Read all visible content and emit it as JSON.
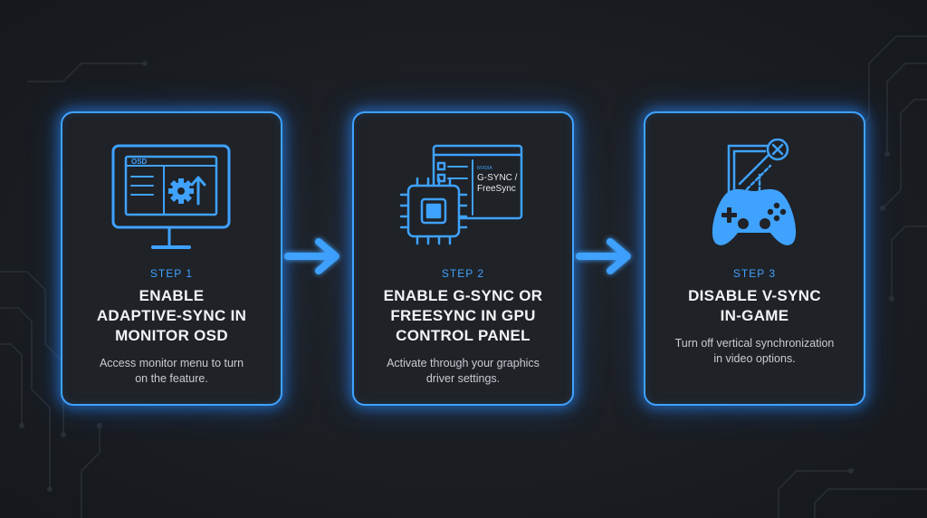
{
  "steps": [
    {
      "step": "STEP 1",
      "title_lines": [
        "ENABLE",
        "ADAPTIVE-SYNC IN",
        "MONITOR OSD"
      ],
      "desc_lines": [
        "Access monitor menu to turn",
        "on the feature."
      ],
      "icon": "monitor-osd-icon",
      "icon_text": "OSD"
    },
    {
      "step": "STEP 2",
      "title_lines": [
        "ENABLE G-SYNC OR",
        "FREESYNC IN GPU",
        "CONTROL PANEL"
      ],
      "desc_lines": [
        "Activate through your graphics",
        "driver settings."
      ],
      "icon": "gpu-control-panel-icon",
      "icon_text_lines": [
        "G-SYNC /",
        "FreeSync"
      ]
    },
    {
      "step": "STEP 3",
      "title_lines": [
        "DISABLE V-SYNC",
        "IN-GAME"
      ],
      "desc_lines": [
        "Turn off vertical synchronization",
        "in video options."
      ],
      "icon": "gamepad-vsync-off-icon"
    }
  ],
  "colors": {
    "accent": "#3fa2ff",
    "card_bg": "#1f2227",
    "page_bg": "#1b1e23",
    "title": "#f2f4f6",
    "desc": "#c8ccd2"
  }
}
